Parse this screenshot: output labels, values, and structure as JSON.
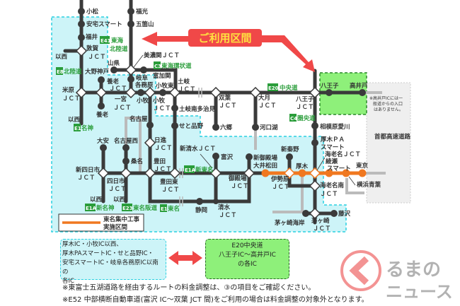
{
  "callout": "ご利用区間",
  "routes": {
    "e41_code": "E41",
    "e41_name1": "東海",
    "e41_name2": "北陸道",
    "e8_code": "E8",
    "e8_name": "北陸道",
    "c3_code": "C3",
    "c3_name": "東海環状道",
    "e1_code": "E1",
    "e1_name": "名神",
    "e1a_code": "E1A",
    "e1a_name": "新東名",
    "e1a2_code": "E1A",
    "e1a2_name": "新名神",
    "e23_code": "E23",
    "e23_name": "東名阪道",
    "e1b_code": "E1",
    "e1b_name": "東名",
    "e20_code": "E20",
    "e20_name": "中央道",
    "c4_code": "C4",
    "c4_name": "圏央道"
  },
  "labels": {
    "komatsu": "小松",
    "ataka": "安宅スマート",
    "fukui": "福井",
    "tsuruga": "敦賀",
    "jct": "ＪＣＴ",
    "isei": "以西",
    "fukumitsu": "福光",
    "gokayama": "五箇山",
    "minoseki": "美濃関ＪＣＴ",
    "yamagata": "山県",
    "onokobe": "大野神戸",
    "gifu": "岐阜",
    "kakamigahara": "各務原",
    "tomikaseki": "富加関",
    "yoro": "養老",
    "maibara": "米原",
    "ichinomiya": "一宮",
    "komaki": "小牧",
    "komakihigashi": "小牧東",
    "toki": "土岐",
    "tokiminami": "土岐南多治見",
    "futaba": "双葉",
    "rokugo": "六郷",
    "nagoya": "名古屋",
    "setoshinano": "せと品野",
    "otsuki": "大月",
    "kawaguchiko": "河口湖",
    "hachioji": "八王子",
    "takaido": "高井戸",
    "sagamihara": "相模原愛川",
    "atsugipa": "厚木ＰＡ",
    "smart": "スマート",
    "ebina_jct": "海老名ＪＣＴ",
    "ayase": "綾瀬",
    "tokyo": "東京",
    "yokohama": "横浜青葉",
    "ebinaminami": "海老名南",
    "isehara": "伊勢原",
    "atsugi": "厚木",
    "hadano": "新秦野",
    "shingotemba": "新御殿場",
    "oimatsuda": "大井松田",
    "gotemba": "御殿場",
    "tomizawa": "富沢",
    "shinshimizu": "新清水ＪＣＴ",
    "shimizu": "清水",
    "shizuoka": "静岡",
    "toyotahigashi": "豊田東",
    "toyota": "豊田",
    "nisshin": "日進",
    "daian": "大安",
    "nagoyanishi": "名古屋西",
    "kuwana": "桑名",
    "shinyokkaichi": "新四日市",
    "yokkaichi": "四日市",
    "chigasakikaigan": "茅ヶ崎海岸",
    "chigasaki": "茅ヶ崎",
    "fujisawa": "藤沢",
    "shutoko": "首都高速道路",
    "takaido_note1": "※高井戸ICには一",
    "takaido_note2": "般道からの入口",
    "takaido_note3": "はありません。"
  },
  "legend": {
    "line1": "東名集中工事",
    "line2": "実施区間"
  },
  "left_box": [
    "厚木IC・小牧IC以西、",
    "厚木PAスマートIC・せと品野IC・",
    "安宅スマートIC・岐阜各務原IC以南の",
    "各IC"
  ],
  "right_box": [
    "E20中央道",
    "八王子IC～高井戸IC",
    "の各IC"
  ],
  "notes": [
    "※東富士五湖道路を経由するルートの料金調整は、③の項目をご確認ください。",
    "※E52 中部横断自動車道(富沢 IC～双葉 JCT 間)をご利用の場合は料金調整の対象外となります。"
  ],
  "watermark": {
    "line1": "るまの",
    "line2": "ニュース"
  },
  "colors": {
    "accent": "#f04848",
    "construction": "#f07820",
    "area": "#cdf4f8",
    "target": "#8ef07a"
  }
}
